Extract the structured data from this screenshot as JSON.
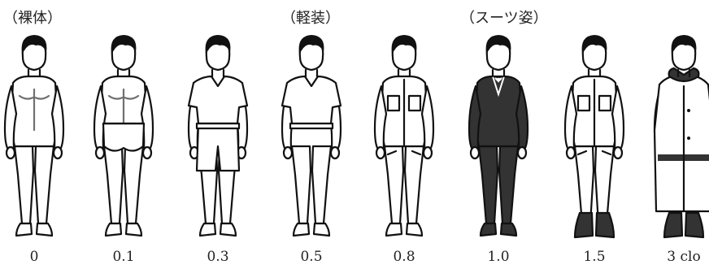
{
  "group_labels": {
    "nude": "（裸体）",
    "light": "（軽装）",
    "suit": "（スーツ姿）"
  },
  "figures": [
    {
      "clo": "0",
      "outfit": "nude",
      "name": "figure-nude"
    },
    {
      "clo": "0.1",
      "outfit": "underwear",
      "name": "figure-underwear"
    },
    {
      "clo": "0.3",
      "outfit": "shorts-shirt",
      "name": "figure-shorts"
    },
    {
      "clo": "0.5",
      "outfit": "pants-shirt",
      "name": "figure-light"
    },
    {
      "clo": "0.8",
      "outfit": "coverall",
      "name": "figure-work"
    },
    {
      "clo": "1.0",
      "outfit": "suit",
      "name": "figure-suit"
    },
    {
      "clo": "1.5",
      "outfit": "coverall-boots",
      "name": "figure-heavy-work"
    },
    {
      "clo": "3 clo",
      "outfit": "coat",
      "name": "figure-coat"
    }
  ],
  "colors": {
    "line": "#111111",
    "suit": "#333333",
    "hair": "#111111"
  }
}
